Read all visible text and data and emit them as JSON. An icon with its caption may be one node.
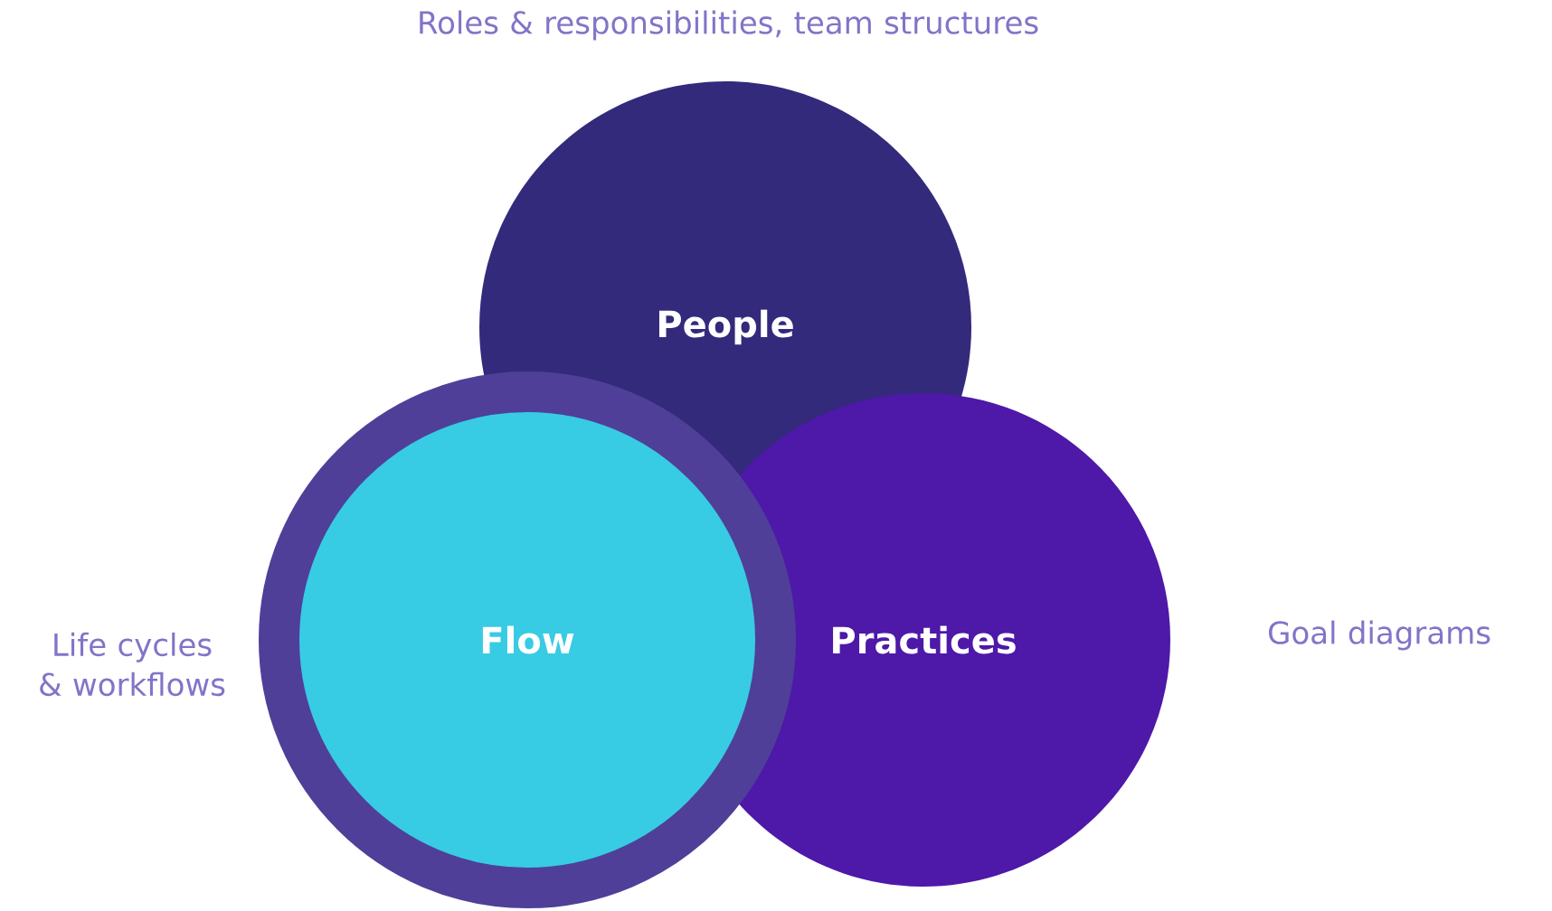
{
  "diagram": {
    "nodes": [
      {
        "text": [
          "People"
        ],
        "beside": [
          "Roles & responsibilities, team structures"
        ]
      },
      {
        "text": [
          "Flow"
        ],
        "beside": [
          "Life cycles & workflows"
        ]
      },
      {
        "text": [
          "Practices"
        ],
        "beside": [
          "Goal diagrams"
        ]
      }
    ]
  }
}
